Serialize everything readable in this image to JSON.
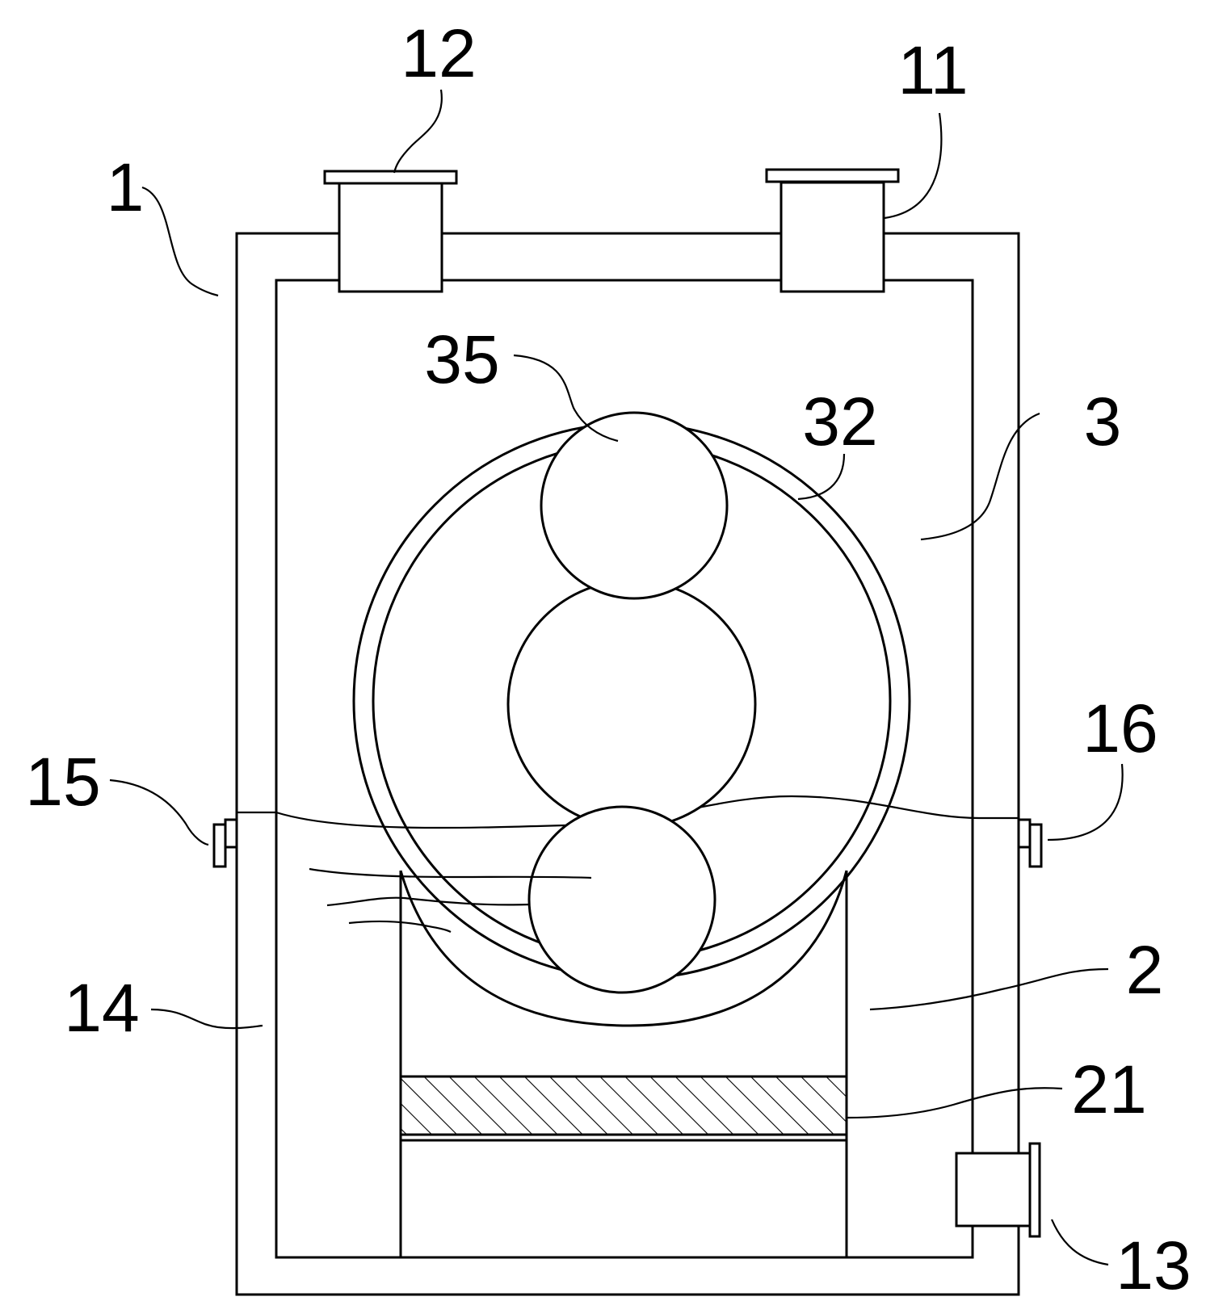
{
  "labels": {
    "l1": "1",
    "l2": "2",
    "l3": "3",
    "l11": "11",
    "l12": "12",
    "l13": "13",
    "l14": "14",
    "l15": "15",
    "l16": "16",
    "l21": "21",
    "l32": "32",
    "l35": "35"
  },
  "colors": {
    "line": "#000000",
    "background": "#ffffff"
  }
}
